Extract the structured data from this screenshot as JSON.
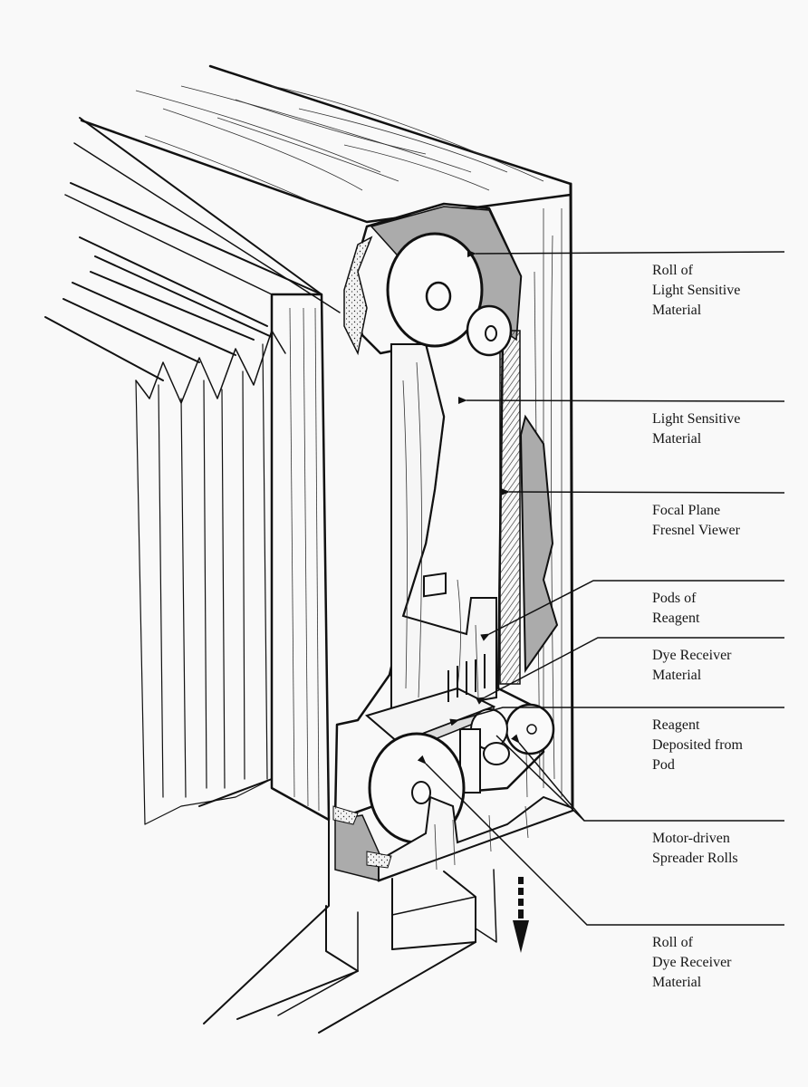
{
  "figure": {
    "subject": "Cutaway illustration of a large-format instant camera back",
    "colors": {
      "paper": "#f9f9f9",
      "ink": "#111111",
      "shade": "#a9a9a9"
    }
  },
  "callouts": [
    {
      "id": "roll-light-sensitive",
      "lines": [
        "Roll of",
        "Light Sensitive",
        "Material"
      ]
    },
    {
      "id": "light-sensitive-material",
      "lines": [
        "Light Sensitive",
        "Material"
      ]
    },
    {
      "id": "fresnel-viewer",
      "lines": [
        "Focal Plane",
        "Fresnel Viewer"
      ]
    },
    {
      "id": "pods-of-reagent",
      "lines": [
        "Pods of",
        "Reagent"
      ]
    },
    {
      "id": "dye-receiver-material",
      "lines": [
        "Dye Receiver",
        "Material"
      ]
    },
    {
      "id": "reagent-deposited",
      "lines": [
        "Reagent",
        "Deposited from",
        "Pod"
      ]
    },
    {
      "id": "spreader-rolls",
      "lines": [
        "Motor-driven",
        "Spreader Rolls"
      ]
    },
    {
      "id": "roll-dye-receiver",
      "lines": [
        "Roll of",
        "Dye Receiver",
        "Material"
      ]
    }
  ]
}
